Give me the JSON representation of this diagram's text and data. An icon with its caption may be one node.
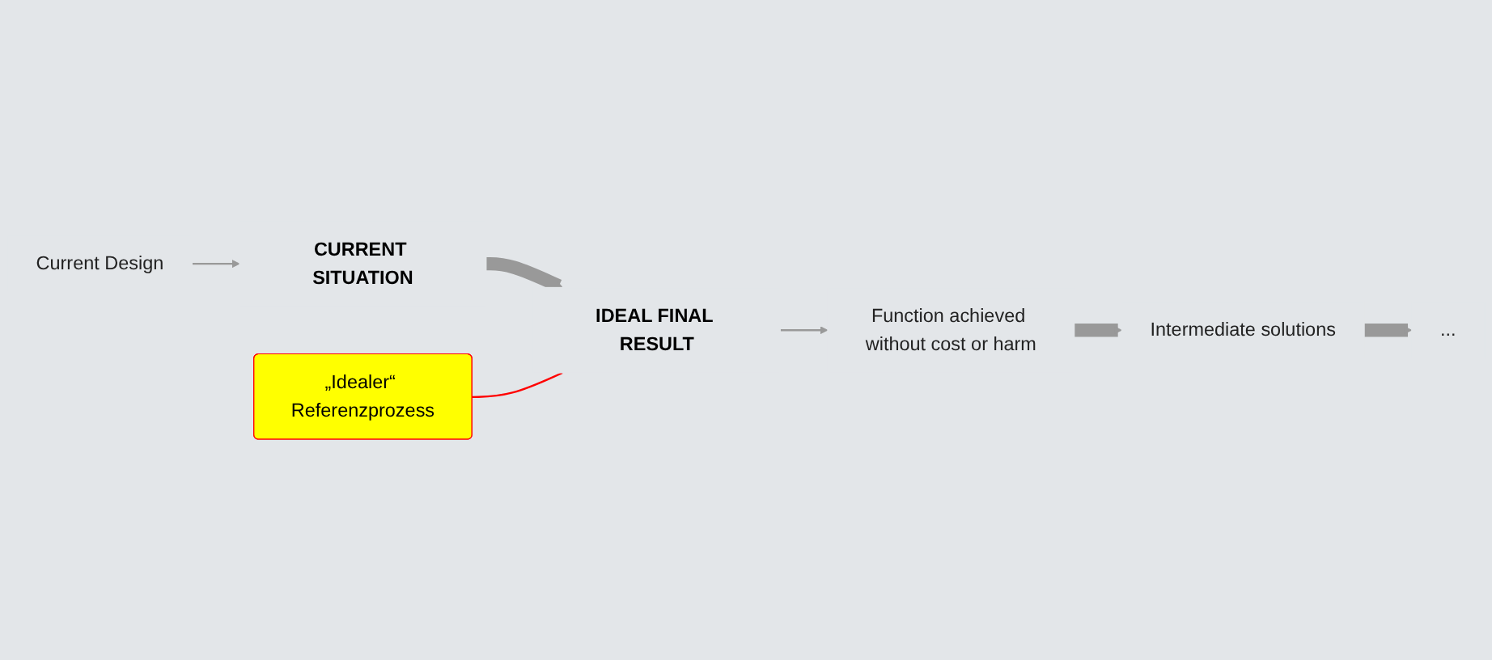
{
  "diagram": {
    "nodes": [
      {
        "text": [
          "CURRENT SITUATION"
        ]
      },
      {
        "text": [
          "IDEAL FINAL RESULT"
        ]
      },
      {
        "text": [
          "Function achieved without cost or harm"
        ]
      },
      {
        "text": [
          "Intermediate solutions"
        ]
      },
      {
        "text": [
          "..."
        ]
      },
      {
        "text": [
          "Current Design"
        ]
      },
      {
        "text": [
          "„Idealer“ Referenzprozess"
        ]
      }
    ],
    "edges": [
      {
        "from": 0,
        "to": 1,
        "arrow": "to",
        "style": "thick"
      },
      {
        "from": 1,
        "to": 2,
        "arrow": "to"
      },
      {
        "from": 2,
        "to": 3,
        "arrow": "to",
        "style": "thick"
      },
      {
        "from": 3,
        "to": 4,
        "arrow": "to",
        "style": "thick"
      },
      {
        "from": 5,
        "to": 0,
        "arrow": "to"
      },
      {
        "from": 6,
        "to": 1,
        "arrow": "none",
        "color": "#ff0000"
      }
    ]
  }
}
